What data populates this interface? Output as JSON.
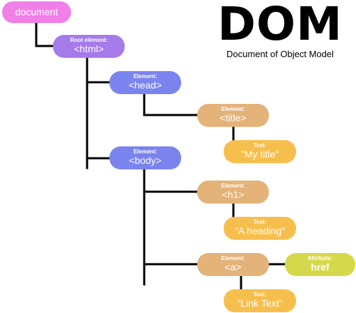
{
  "title": {
    "main": "DOM",
    "subtitle": "Document of Object Model"
  },
  "colors": {
    "document": "#f17fe8",
    "root": "#a57bea",
    "element_blue": "#7b84ee",
    "element_tan": "#e4b37a",
    "text": "#f6bf4d",
    "attribute": "#d6d84b",
    "connector": "#000000"
  },
  "nodes": {
    "document": {
      "tag": "document"
    },
    "html": {
      "kind": "Root element:",
      "tag": "<html>"
    },
    "head": {
      "kind": "Element:",
      "tag": "<head>"
    },
    "title": {
      "kind": "Element:",
      "tag": "<title>"
    },
    "title_text": {
      "kind": "Text:",
      "tag": "\"My title\""
    },
    "body": {
      "kind": "Element:",
      "tag": "<body>"
    },
    "h1": {
      "kind": "Element:",
      "tag": "<h1>"
    },
    "h1_text": {
      "kind": "Text:",
      "tag": "\"A heading\""
    },
    "a": {
      "kind": "Element:",
      "tag": "<a>"
    },
    "a_attr": {
      "kind": "Attribute:",
      "tag": "href"
    },
    "a_text": {
      "kind": "Text:",
      "tag": "\"Link Text\""
    }
  }
}
